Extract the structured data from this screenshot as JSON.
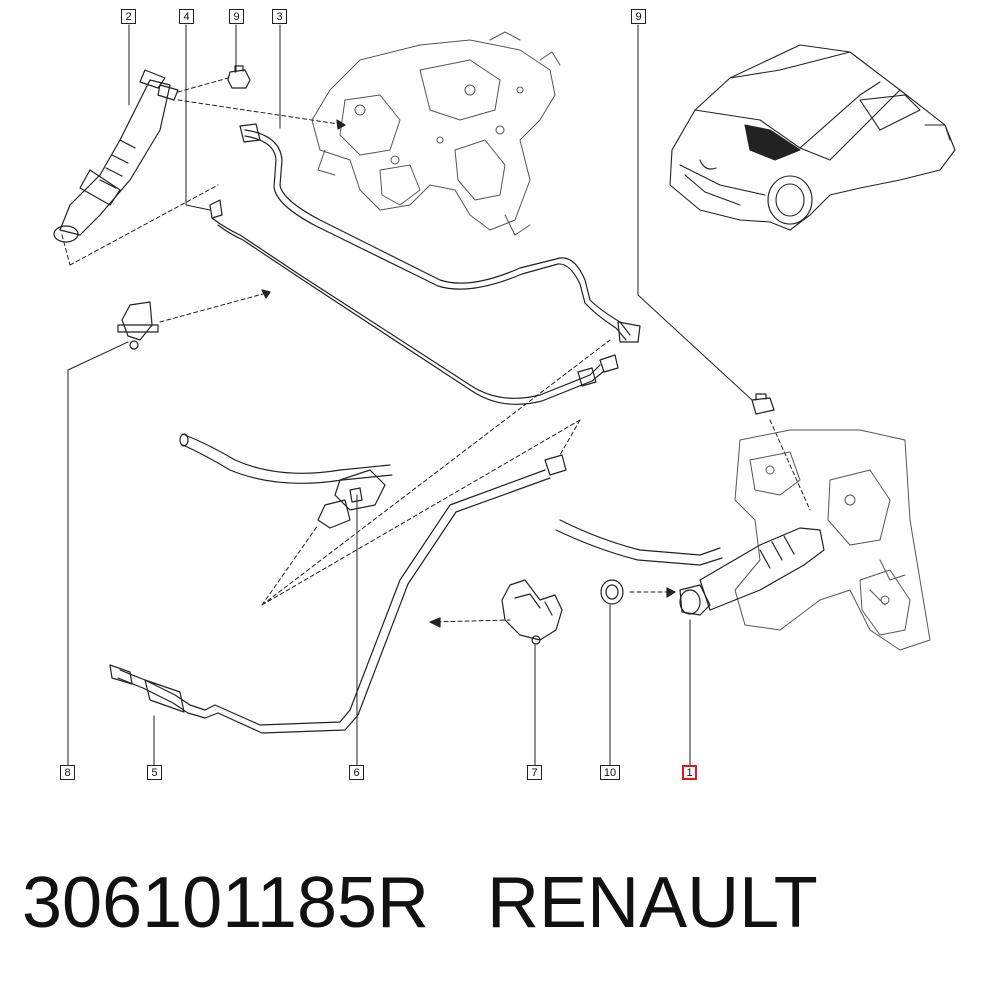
{
  "callouts": [
    {
      "label": "2"
    },
    {
      "label": "4"
    },
    {
      "label": "9"
    },
    {
      "label": "3"
    },
    {
      "label": "9"
    },
    {
      "label": "8"
    },
    {
      "label": "5"
    },
    {
      "label": "6"
    },
    {
      "label": "7"
    },
    {
      "label": "10"
    },
    {
      "label": "1"
    }
  ],
  "highlighted_callout": "1",
  "caption": {
    "part_number": "306101185R",
    "brand": "RENAULT"
  },
  "colors": {
    "line": "#222222",
    "highlight": "#e1141e",
    "background": "#ffffff"
  }
}
